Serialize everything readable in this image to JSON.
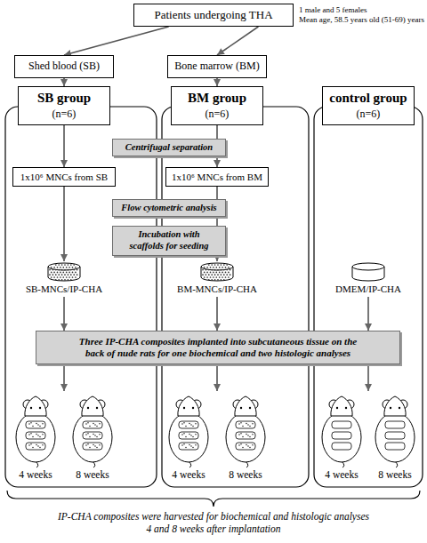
{
  "diagram": {
    "caption": "IP-CHA composites were harvested for biochemical and histologic analyses 4 and 8 weeks after implantation",
    "nodes": [
      {
        "text": [
          "Patients undergoing THA"
        ]
      },
      {
        "text": [
          "Shed blood (SB)"
        ]
      },
      {
        "text": [
          "Bone marrow (BM)"
        ]
      },
      {
        "text": [
          "SB group",
          "(n=6)"
        ]
      },
      {
        "text": [
          "BM group",
          "(n=6)"
        ]
      },
      {
        "text": [
          "control group",
          "(n=6)"
        ]
      },
      {
        "text": [
          "Centrifugal separation"
        ]
      },
      {
        "text": [
          "1x10⁶ MNCs from SB"
        ]
      },
      {
        "text": [
          "1x10⁶ MNCs from BM"
        ]
      },
      {
        "text": [
          "Flow cytometric analysis"
        ]
      },
      {
        "text": [
          "Incubation with scaffolds for seeding"
        ]
      },
      {
        "text": [
          "SB-MNCs/IP-CHA"
        ]
      },
      {
        "text": [
          "BM-MNCs/IP-CHA"
        ]
      },
      {
        "text": [
          "DMEM/IP-CHA"
        ]
      },
      {
        "text": [
          "Three IP-CHA composites implanted into subcutaneous tissue on the back of nude rats for one biochemical and two histologic analyses"
        ]
      }
    ],
    "edges": [
      {
        "from": 0,
        "to": 1,
        "arrow": "to"
      },
      {
        "from": 0,
        "to": 2,
        "arrow": "to"
      },
      {
        "from": 1,
        "to": 3,
        "arrow": "to"
      },
      {
        "from": 2,
        "to": 4,
        "arrow": "to"
      },
      {
        "from": 3,
        "to": 7,
        "arrow": "to"
      },
      {
        "from": 4,
        "to": 8,
        "arrow": "to"
      },
      {
        "from": 7,
        "to": 11,
        "arrow": "to"
      },
      {
        "from": 8,
        "to": 12,
        "arrow": "to"
      },
      {
        "from": 11,
        "to": 14,
        "arrow": "to"
      },
      {
        "from": 12,
        "to": 14,
        "arrow": "to"
      },
      {
        "from": 13,
        "to": 14,
        "arrow": "to"
      }
    ],
    "labels": [
      "1 male and 5 females",
      "Mean age, 58.5 years old (51-69) years",
      "4 weeks",
      "8 weeks",
      "4 weeks",
      "8 weeks",
      "4 weeks",
      "8 weeks"
    ]
  }
}
